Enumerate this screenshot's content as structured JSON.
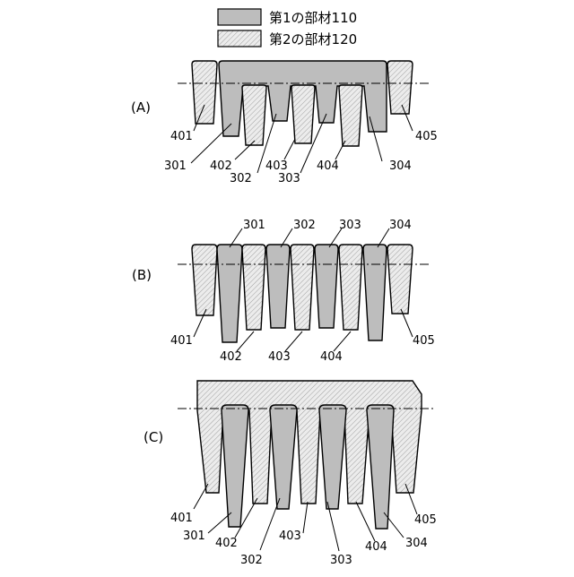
{
  "legend": [
    {
      "label": "第1の部材110",
      "pattern": "solid-gray"
    },
    {
      "label": "第2の部材120",
      "pattern": "hatched"
    }
  ],
  "panels": [
    {
      "label": "(A)",
      "member1_labels": [
        "301",
        "302",
        "303",
        "304"
      ],
      "member2_labels": [
        "401",
        "402",
        "403",
        "404",
        "405"
      ]
    },
    {
      "label": "(B)",
      "member1_labels": [
        "301",
        "302",
        "303",
        "304"
      ],
      "member2_labels": [
        "401",
        "402",
        "403",
        "404",
        "405"
      ]
    },
    {
      "label": "(C)",
      "member1_labels": [
        "301",
        "302",
        "303",
        "304"
      ],
      "member2_labels": [
        "401",
        "402",
        "403",
        "404",
        "405"
      ]
    }
  ],
  "colors": {
    "member1_fill": "#bdbdbd",
    "member2_fill": "#e9e9e9",
    "hatch": "#9a9a9a",
    "stroke": "#000000"
  }
}
